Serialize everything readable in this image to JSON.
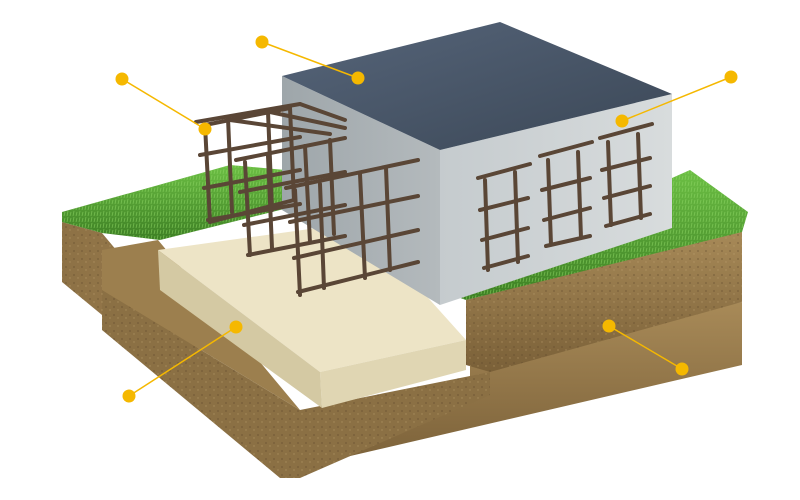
{
  "colors": {
    "marker": "#f5b800",
    "leader": "#f5b800",
    "grass_light": "#5aa838",
    "grass_dark": "#3d7f24",
    "soil_light": "#a88a58",
    "soil_dark": "#7a6038",
    "concrete_side": "#cfd3d4",
    "concrete_front": "#bfc5c7",
    "concrete_top": "#4a5866",
    "pad_top": "#ece4c8",
    "pad_side": "#dcd2b0",
    "rebar": "#5a4636"
  },
  "callouts": [
    {
      "id": "top-surface"
    },
    {
      "id": "rebar-cage-left"
    },
    {
      "id": "concrete-wall"
    },
    {
      "id": "concrete-pad"
    },
    {
      "id": "soil"
    }
  ]
}
